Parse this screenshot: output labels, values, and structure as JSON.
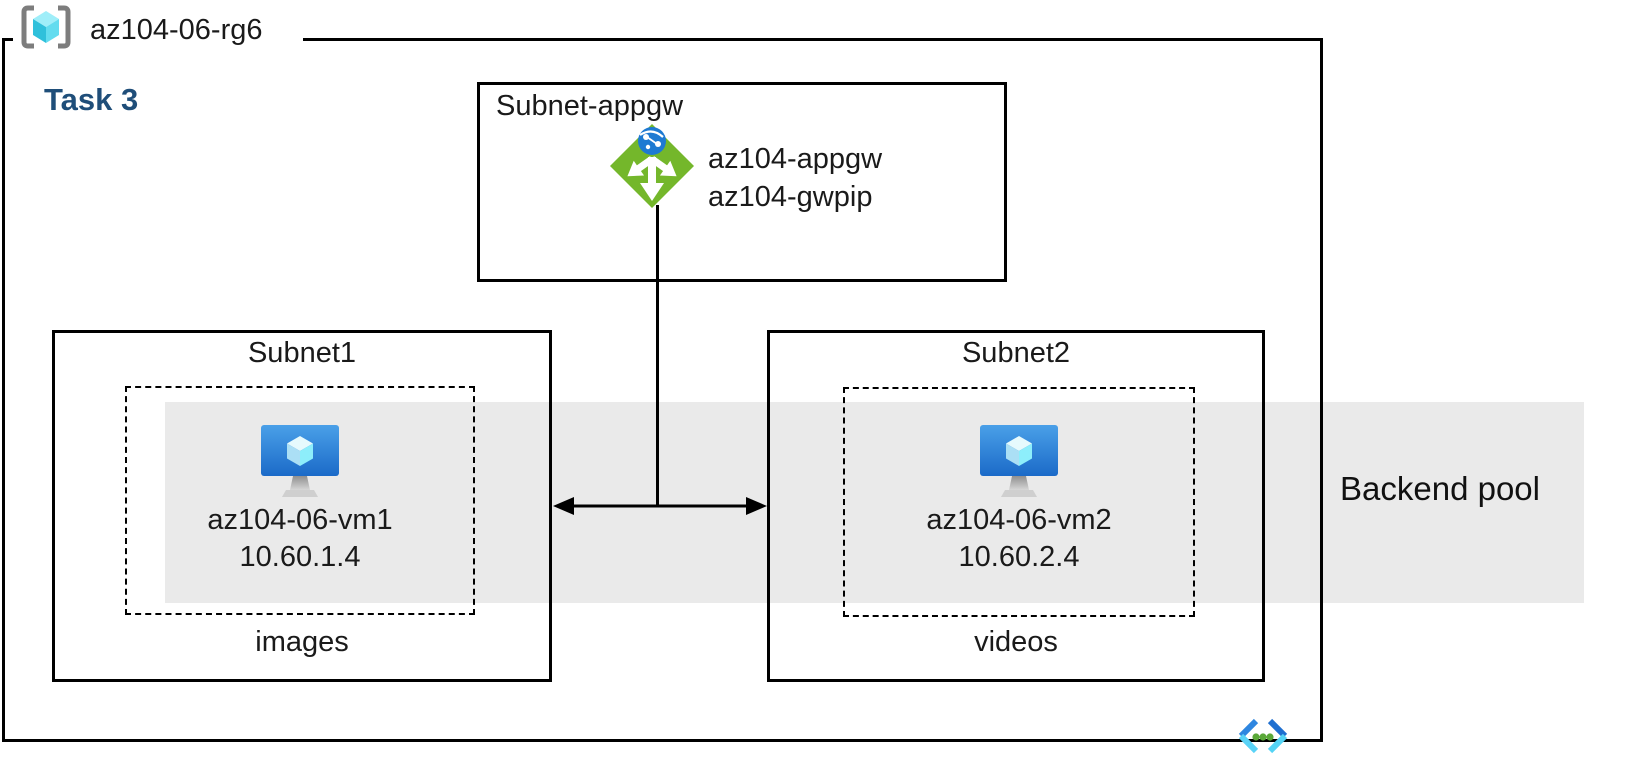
{
  "colors": {
    "band": "#eaeaea",
    "task": "#1f4e79",
    "appgw_green": "#74b72b",
    "globe_blue": "#1e7ad2",
    "vm_blue_top": "#4aa0e8",
    "vm_blue_bottom": "#1b6ac8",
    "cube_cyan": "#2fc0db"
  },
  "resource_group": {
    "name": "az104-06-rg6"
  },
  "task_label": "Task 3",
  "appgw_subnet": {
    "title": "Subnet-appgw",
    "gateway_name": "az104-appgw",
    "public_ip_name": "az104-gwpip"
  },
  "subnet1": {
    "title": "Subnet1",
    "vm_name": "az104-06-vm1",
    "vm_ip": "10.60.1.4",
    "app_label": "images"
  },
  "subnet2": {
    "title": "Subnet2",
    "vm_name": "az104-06-vm2",
    "vm_ip": "10.60.2.4",
    "app_label": "videos"
  },
  "backend_pool_label": "Backend pool",
  "icons": {
    "resource_group_icon": "gray brackets enclosing cyan 3D cube",
    "application_gateway_icon": "green diamond, three white outward arrows, blue globe",
    "vm_icon": "blue monitor with light cube and gray stand",
    "virtual_network_icon": "blue angle brackets with three green dots"
  }
}
